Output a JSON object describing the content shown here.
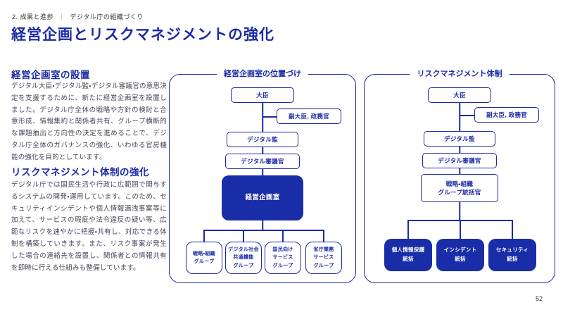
{
  "page": {
    "breadcrumb": {
      "primary": "2. 成果と進捗",
      "separator": "｜",
      "secondary": "デジタル庁の組織づくり"
    },
    "title": "経営企画とリスクマネジメントの強化",
    "page_number": "52"
  },
  "colors": {
    "accent_blue": "#1B2AA6",
    "fill_blue": "#1A2DA8",
    "body_text": "#45455F"
  },
  "left_column": {
    "sections": [
      {
        "heading": "経営企画室の設置",
        "body": "デジタル大臣・デジタル監・デジタル審議官の意思決定を支援するために、新たに経営企画室を設置しました。デジタル庁全体の戦略や方針の検討と合意形成、情報集約と関係者共有、グループ横断的な課題抽出と方向性の決定を進めることで、デジタル庁全体のガバナンスの強化、いわゆる官房機能の強化を目的としています。"
      },
      {
        "heading": "リスクマネジメント体制の強化",
        "body": "デジタル庁では国民生活や行政に広範囲で関与するシステムの開発・運用しています。このため、セキュリティインシデントや個人情報漏洩事案等に加えて、サービスの瑕疵や法令違反の疑い等、広範なリスクを速やかに把握・共有し、対応できる体制を構築していきます。また、リスク事案が発生した場合の連絡先を設置し、関係者との情報共有を即時に行える仕組みも整備しています。"
      }
    ]
  },
  "org_chart_planning": {
    "title": "経営企画室の位置づけ",
    "nodes": {
      "minister": "大臣",
      "vice_ministers": "副大臣, 政務官",
      "digital_superintendent": "デジタル監",
      "digital_councillor": "デジタル審議官",
      "planning_office": "経営企画室",
      "groups": [
        "戦略・組織\nグループ",
        "デジタル社会\n共通機能\nグループ",
        "国民向け\nサービス\nグループ",
        "省庁業務\nサービス\nグループ"
      ]
    }
  },
  "org_chart_risk": {
    "title": "リスクマネジメント体制",
    "nodes": {
      "minister": "大臣",
      "vice_ministers": "副大臣, 政務官",
      "digital_superintendent": "デジタル監",
      "digital_councillor": "デジタル審議官",
      "group_director": "戦略・組織\nグループ統括官",
      "units": [
        "個人情報保護\n統括",
        "インシデント\n統括",
        "セキュリティ\n統括"
      ]
    }
  }
}
